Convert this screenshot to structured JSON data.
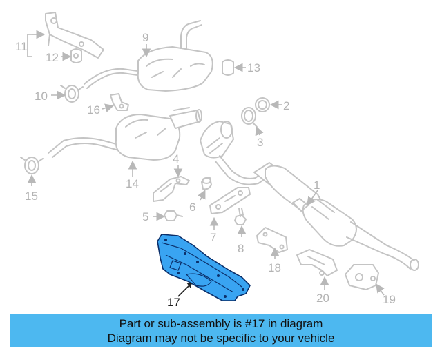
{
  "callouts": {
    "c1": "1",
    "c2": "2",
    "c3": "3",
    "c4": "4",
    "c5": "5",
    "c6": "6",
    "c7": "7",
    "c8": "8",
    "c9": "9",
    "c10": "10",
    "c11": "11",
    "c12": "12",
    "c13": "13",
    "c14": "14",
    "c15": "15",
    "c16": "16",
    "c17": "17",
    "c18": "18",
    "c19": "19",
    "c20": "20"
  },
  "highlighted_part": "17",
  "banner": {
    "line1": "Part or sub-assembly is #17 in diagram",
    "line2": "Diagram may not be specific to your vehicle"
  },
  "colors": {
    "highlight_fill": "#39a4f2",
    "highlight_outline": "#0b2f6a",
    "banner_bg": "#4db8f0",
    "part_outline": "#c4c4c4"
  }
}
